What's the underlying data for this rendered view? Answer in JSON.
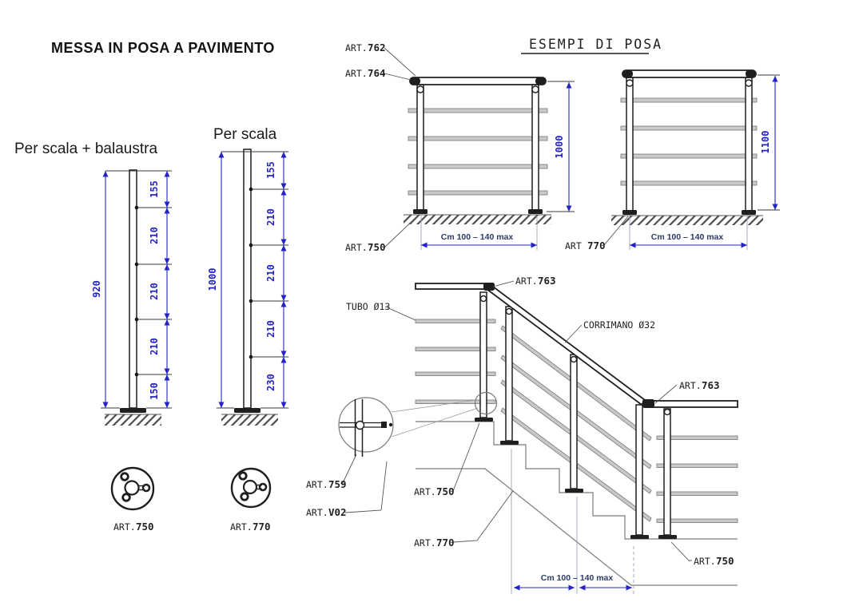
{
  "left": {
    "title": "MESSA IN POSA A PAVIMENTO",
    "post_balaustra": {
      "label": "Per scala + balaustra",
      "total": "920",
      "segments": [
        "155",
        "210",
        "210",
        "210",
        "150"
      ],
      "flange": {
        "prefix": "ART.",
        "num": "750"
      }
    },
    "post_scala": {
      "label": "Per scala",
      "total": "1000",
      "segments": [
        "155",
        "210",
        "210",
        "210",
        "230"
      ],
      "flange": {
        "prefix": "ART.",
        "num": "770"
      }
    }
  },
  "esempi": {
    "title": "ESEMPI DI POSA",
    "ex1": {
      "art762": {
        "prefix": "ART.",
        "num": "762"
      },
      "art764": {
        "prefix": "ART.",
        "num": "764"
      },
      "art750": {
        "prefix": "ART.",
        "num": "750"
      },
      "height": "1000",
      "width": "Cm 100 – 140 max"
    },
    "ex2": {
      "art770": {
        "prefix": "ART",
        "num": "770"
      },
      "height": "1100",
      "width": "Cm 100 – 140 max"
    }
  },
  "stairs": {
    "tubo": "TUBO Ø13",
    "corrimano": "CORRIMANO Ø32",
    "art763_top": {
      "prefix": "ART.",
      "num": "763"
    },
    "art763_bottom": {
      "prefix": "ART.",
      "num": "763"
    },
    "art759": {
      "prefix": "ART.",
      "num": "759"
    },
    "artv02": {
      "prefix": "ART.",
      "num": "V02"
    },
    "art750_top": {
      "prefix": "ART.",
      "num": "750"
    },
    "art770": {
      "prefix": "ART.",
      "num": "770"
    },
    "art750_bottom": {
      "prefix": "ART.",
      "num": "750"
    },
    "width": "Cm 100 – 140 max"
  },
  "colors": {
    "dimension_blue": "#2424c4",
    "navy_text": "#2c3a69",
    "line_black": "#1f1f1f",
    "bar_gray": "#c9c9c9"
  }
}
